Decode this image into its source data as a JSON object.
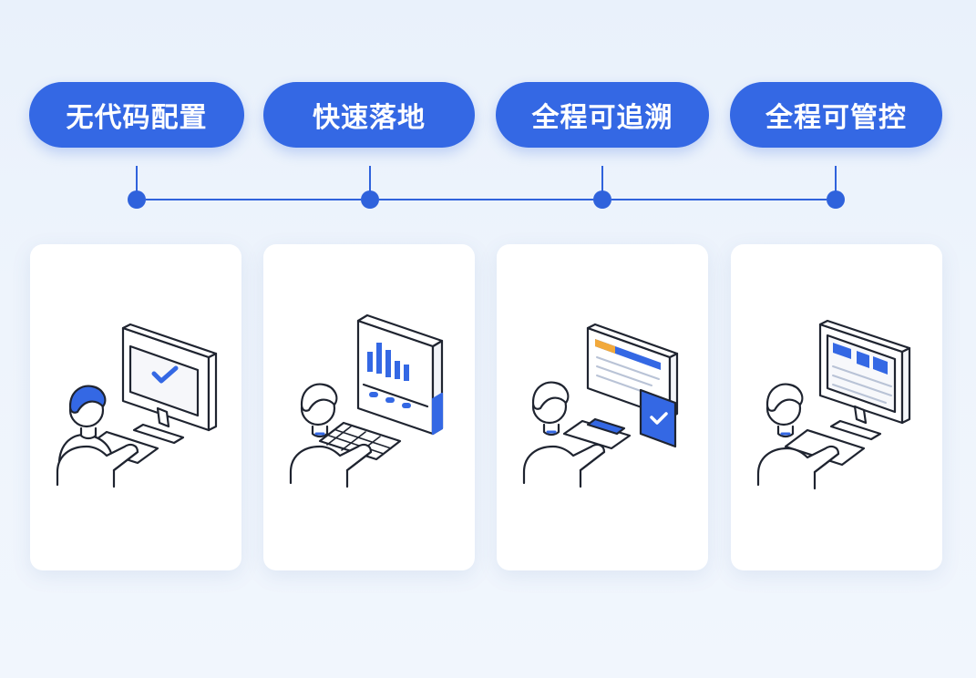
{
  "colors": {
    "accent": "#3468e4",
    "line": "#2f62dc",
    "ink": "#1f2430",
    "card": "#ffffff",
    "background": "#ecf2fb"
  },
  "features": [
    {
      "label": "无代码配置",
      "icon": "person-monitor-checkmark-icon"
    },
    {
      "label": "快速落地",
      "icon": "person-keyboard-bar-chart-icon"
    },
    {
      "label": "全程可追溯",
      "icon": "person-monitor-verification-icon"
    },
    {
      "label": "全程可管控",
      "icon": "person-monitor-dashboard-icon"
    }
  ]
}
